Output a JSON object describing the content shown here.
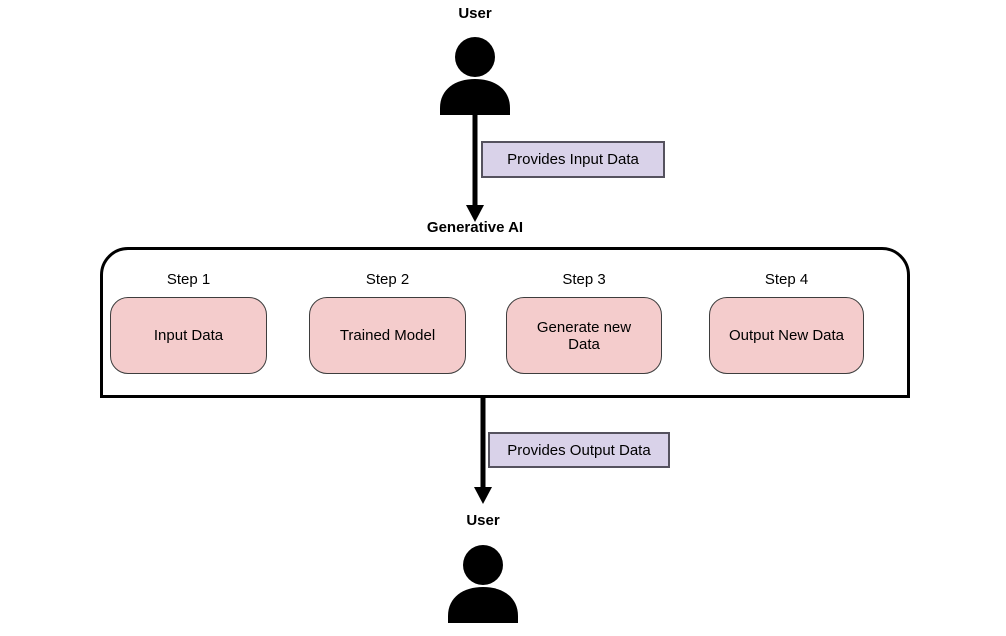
{
  "diagram": {
    "top_user": {
      "label": "User"
    },
    "bottom_user": {
      "label": "User"
    },
    "edges": {
      "input_label": "Provides Input Data",
      "output_label": "Provides Output Data"
    },
    "container": {
      "title": "Generative AI"
    },
    "steps": [
      {
        "label": "Step 1",
        "box": "Input Data"
      },
      {
        "label": "Step 2",
        "box": "Trained Model"
      },
      {
        "label": "Step 3",
        "box": "Generate new Data"
      },
      {
        "label": "Step 4",
        "box": "Output New Data"
      }
    ],
    "colors": {
      "step_box_fill": "#f4cccc",
      "step_box_border": "#3d3d3d",
      "edge_label_fill": "#d9d2e9",
      "edge_label_border": "#55525e",
      "arrow_color": "#000000",
      "connector_color": "#404040",
      "background": "#ffffff"
    }
  }
}
